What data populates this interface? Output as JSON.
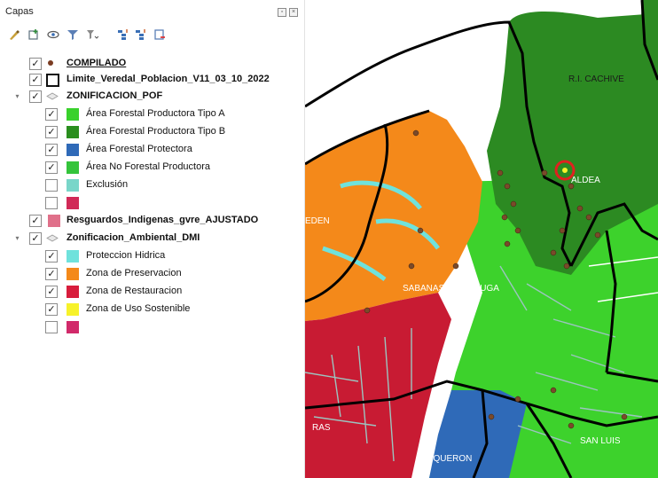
{
  "panel": {
    "title": "Capas",
    "header_buttons": [
      "restore-icon",
      "close-icon"
    ],
    "toolbar_icons": [
      "open-layer-styling-icon",
      "add-group-icon",
      "manage-map-themes-icon",
      "filter-legend-icon",
      "filter-by-expression-icon",
      "expand-all-icon",
      "collapse-all-icon",
      "remove-layer-icon"
    ],
    "layers": [
      {
        "label": "COMPILADO",
        "checked": true,
        "kind": "point",
        "bold": true,
        "underline": true
      },
      {
        "label": "Limite_Veredal_Poblacion_V11_03_10_2022",
        "checked": true,
        "kind": "outline",
        "bold": true
      },
      {
        "label": "ZONIFICACION_POF",
        "checked": true,
        "kind": "group",
        "bold": true,
        "expanded": true
      },
      {
        "label": "Área Forestal Productora Tipo A",
        "checked": true,
        "kind": "class",
        "color": "#39d12c"
      },
      {
        "label": "Área Forestal Productora Tipo B",
        "checked": true,
        "kind": "class",
        "color": "#2a8e1e"
      },
      {
        "label": "Área Forestal Protectora",
        "checked": true,
        "kind": "class",
        "color": "#2f6ab8"
      },
      {
        "label": "Área No Forestal Productora",
        "checked": true,
        "kind": "class",
        "color": "#34c43b"
      },
      {
        "label": "Exclusión",
        "checked": false,
        "kind": "class",
        "color": "#79d6c9"
      },
      {
        "label": "",
        "checked": false,
        "kind": "class",
        "color": "#d12a57"
      },
      {
        "label": "Resguardos_Indigenas_gvre_AJUSTADO",
        "checked": true,
        "kind": "fill",
        "bold": true,
        "color": "#e0708a"
      },
      {
        "label": "Zonificacion_Ambiental_DMI",
        "checked": true,
        "kind": "group",
        "bold": true,
        "expanded": true
      },
      {
        "label": "Proteccion Hidrica",
        "checked": true,
        "kind": "class",
        "color": "#6fe2dc"
      },
      {
        "label": "Zona de Preservacion",
        "checked": true,
        "kind": "class",
        "color": "#f4891a"
      },
      {
        "label": "Zona de Restauracion",
        "checked": true,
        "kind": "class",
        "color": "#d81d3c"
      },
      {
        "label": "Zona de Uso Sostenible",
        "checked": true,
        "kind": "class",
        "color": "#f7f22a"
      },
      {
        "label": "",
        "checked": false,
        "kind": "class",
        "color": "#d12a6a"
      }
    ]
  },
  "map": {
    "labels": [
      "R.I. CACHIVE",
      "EDEN",
      "SABANAS DE LA FUGA",
      "SAN LUIS",
      "BOQUERON",
      "ALDEA",
      "RAS"
    ],
    "colors": {
      "dark_green": "#2c8a22",
      "bright_green": "#3dd22c",
      "orange": "#f4891a",
      "red": "#c81b33",
      "blue": "#2f6ab8",
      "water": "#9cc4c0",
      "boundary": "#000000",
      "point": "#7a4a2a",
      "highlight_circle": "#e0221f"
    }
  }
}
